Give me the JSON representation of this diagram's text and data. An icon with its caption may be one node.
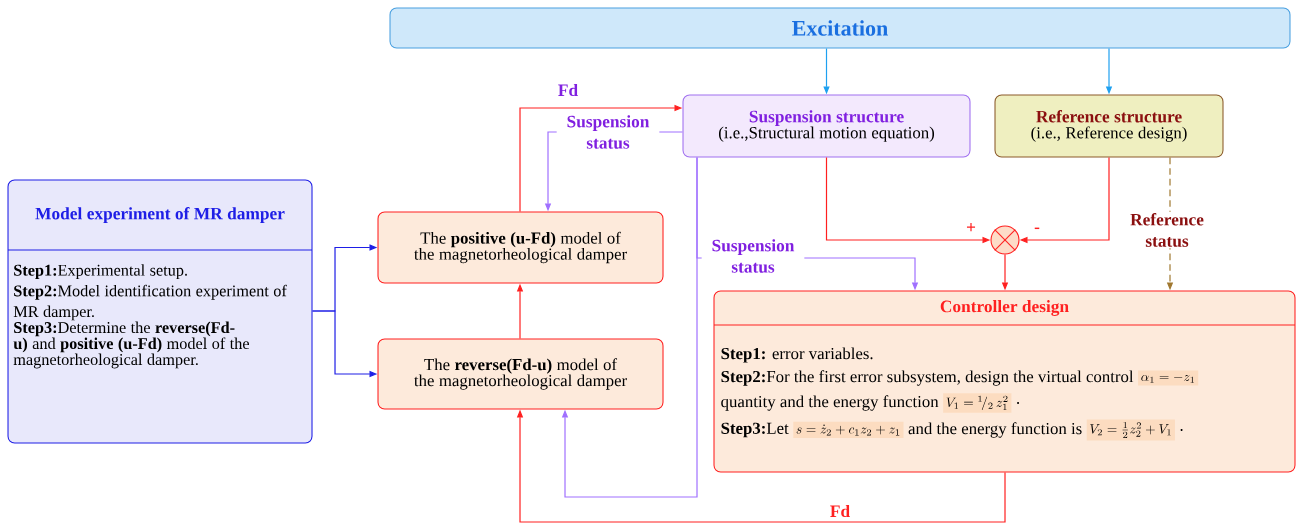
{
  "diagram": {
    "nodes": [
      {
        "text": [
          "Excitation"
        ]
      },
      {
        "text": [
          "Suspension structure",
          "(i.e.,Structural motion equation)"
        ]
      },
      {
        "text": [
          "Reference structure",
          "(i.e., Reference design)"
        ]
      },
      {
        "text": [
          "Model experiment of MR damper",
          "**Step1:**Experimental setup.",
          "**Step2:**Model identification experiment of MR damper.",
          "**Step3:**Determine the **reverse(Fd-u)** and **positive (u-Fd)** model of the magnetorheological damper."
        ]
      },
      {
        "text": [
          "The **positive (u-Fd)** model of the magnetorheological damper"
        ]
      },
      {
        "text": [
          "The **reverse(Fd-u)** model of the magnetorheological damper"
        ]
      },
      {
        "text": [],
        "shape": "circle"
      },
      {
        "text": [
          "Controller design",
          "**Step1:** error variables.",
          "**Step2:**For the first error subsystem, design the virtual control",
          "\\alpha_1=-z_1",
          "quantity and the energy function",
          "V_1={}^{1}\\!/_{2}\\,z_1^2",
          ".",
          "**Step3:**Let",
          "s=\\dot{z}_2+c_1z_2+z_1",
          "and the energy function is",
          "V_2=\\frac{1}{2}z_2^2+V_1",
          "."
        ]
      }
    ],
    "edges": [
      {
        "from": 0,
        "to": 1,
        "arrow": "to",
        "color": "#1ea0f0"
      },
      {
        "from": 0,
        "to": 2,
        "arrow": "to",
        "color": "#1ea0f0"
      },
      {
        "from": 4,
        "to": 1,
        "arrow": "to",
        "label": "Fd"
      },
      {
        "from": 1,
        "to": 4,
        "arrow": "to",
        "label": "Suspension status",
        "color": "#a070ff"
      },
      {
        "from": 5,
        "to": 4,
        "arrow": "to"
      },
      {
        "from": 3,
        "to": 4,
        "arrow": "to",
        "color": "#1e1ee6"
      },
      {
        "from": 3,
        "to": 5,
        "arrow": "to",
        "color": "#1e1ee6"
      },
      {
        "from": 1,
        "to": 6,
        "arrow": "to",
        "label": "+"
      },
      {
        "from": 2,
        "to": 6,
        "arrow": "to",
        "label": "-"
      },
      {
        "from": 6,
        "to": 7,
        "arrow": "to"
      },
      {
        "from": 2,
        "to": 7,
        "arrow": "to",
        "label": "Reference status",
        "style": "dashed",
        "color": "#a07830"
      },
      {
        "from": 1,
        "to": 7,
        "arrow": "to",
        "label": "Suspension status",
        "color": "#a070ff"
      },
      {
        "from": 1,
        "to": 5,
        "arrow": "to",
        "color": "#a070ff"
      },
      {
        "from": 7,
        "to": 5,
        "arrow": "to",
        "label": "Fd"
      }
    ]
  }
}
